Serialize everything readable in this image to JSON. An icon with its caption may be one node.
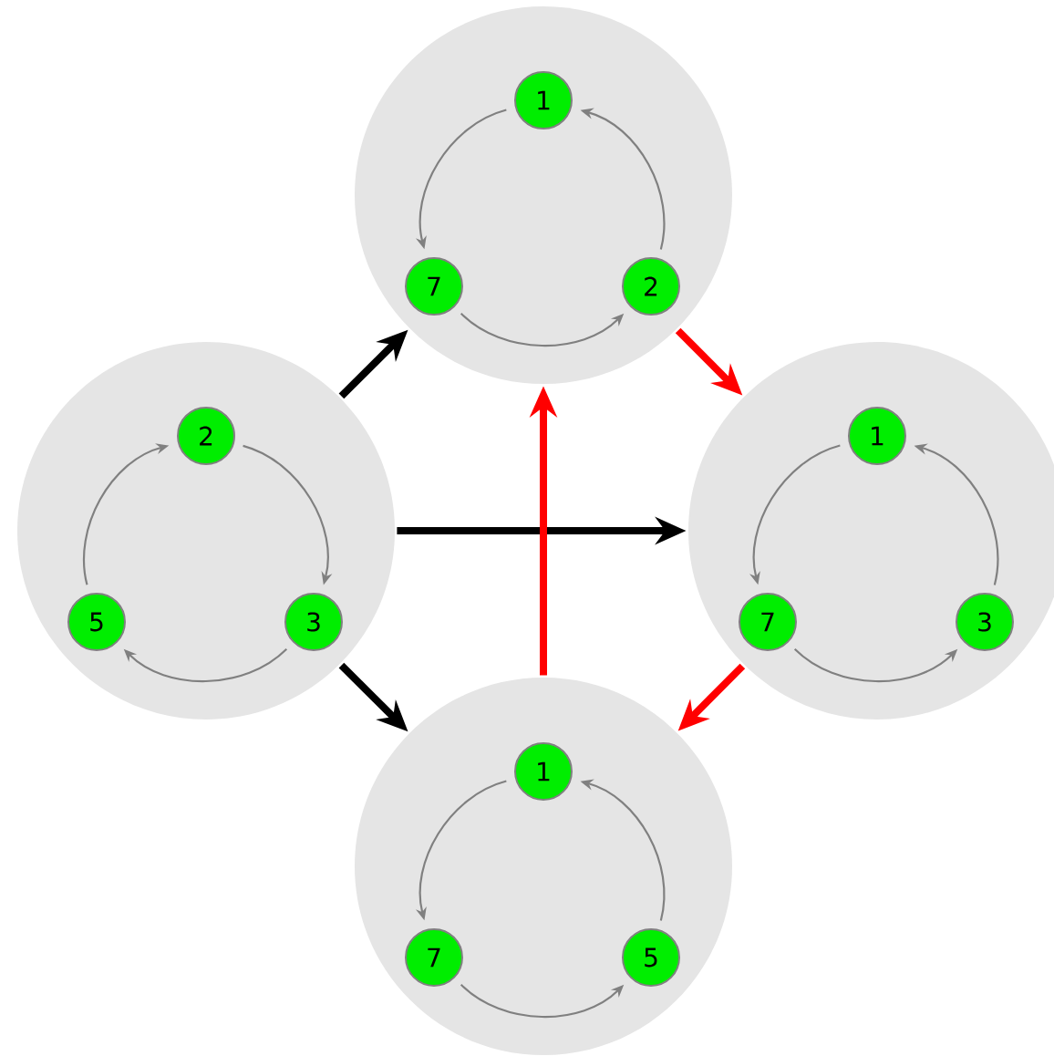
{
  "diagram": {
    "nodes": [
      {
        "text": [],
        "shape": "circle"
      },
      {
        "text": [
          "1"
        ],
        "in": 0
      },
      {
        "text": [
          "7"
        ],
        "in": 0
      },
      {
        "text": [
          "2"
        ],
        "in": 0
      },
      {
        "text": [],
        "shape": "circle"
      },
      {
        "text": [
          "2"
        ],
        "in": 4
      },
      {
        "text": [
          "5"
        ],
        "in": 4
      },
      {
        "text": [
          "3"
        ],
        "in": 4
      },
      {
        "text": [],
        "shape": "circle"
      },
      {
        "text": [
          "1"
        ],
        "in": 8
      },
      {
        "text": [
          "7"
        ],
        "in": 8
      },
      {
        "text": [
          "3"
        ],
        "in": 8
      },
      {
        "text": [],
        "shape": "circle"
      },
      {
        "text": [
          "1"
        ],
        "in": 12
      },
      {
        "text": [
          "7"
        ],
        "in": 12
      },
      {
        "text": [
          "5"
        ],
        "in": 12
      }
    ],
    "edges": [
      {
        "from": 1,
        "to": 2,
        "arrow": "to"
      },
      {
        "from": 2,
        "to": 3,
        "arrow": "to"
      },
      {
        "from": 3,
        "to": 1,
        "arrow": "to"
      },
      {
        "from": 5,
        "to": 7,
        "arrow": "to"
      },
      {
        "from": 7,
        "to": 6,
        "arrow": "to"
      },
      {
        "from": 6,
        "to": 5,
        "arrow": "to"
      },
      {
        "from": 9,
        "to": 10,
        "arrow": "to"
      },
      {
        "from": 10,
        "to": 11,
        "arrow": "to"
      },
      {
        "from": 11,
        "to": 9,
        "arrow": "to"
      },
      {
        "from": 13,
        "to": 14,
        "arrow": "to"
      },
      {
        "from": 14,
        "to": 15,
        "arrow": "to"
      },
      {
        "from": 15,
        "to": 13,
        "arrow": "to"
      },
      {
        "from": 4,
        "to": 0,
        "arrow": "to",
        "style": "thick",
        "color": "#000000"
      },
      {
        "from": 4,
        "to": 8,
        "arrow": "to",
        "style": "thick",
        "color": "#000000"
      },
      {
        "from": 4,
        "to": 12,
        "arrow": "to",
        "style": "thick",
        "color": "#000000"
      },
      {
        "from": 0,
        "to": 8,
        "arrow": "to",
        "style": "thick",
        "color": "#ff0000"
      },
      {
        "from": 8,
        "to": 12,
        "arrow": "to",
        "style": "thick",
        "color": "#ff0000"
      },
      {
        "from": 12,
        "to": 0,
        "arrow": "to",
        "style": "thick",
        "color": "#ff0000"
      }
    ]
  }
}
